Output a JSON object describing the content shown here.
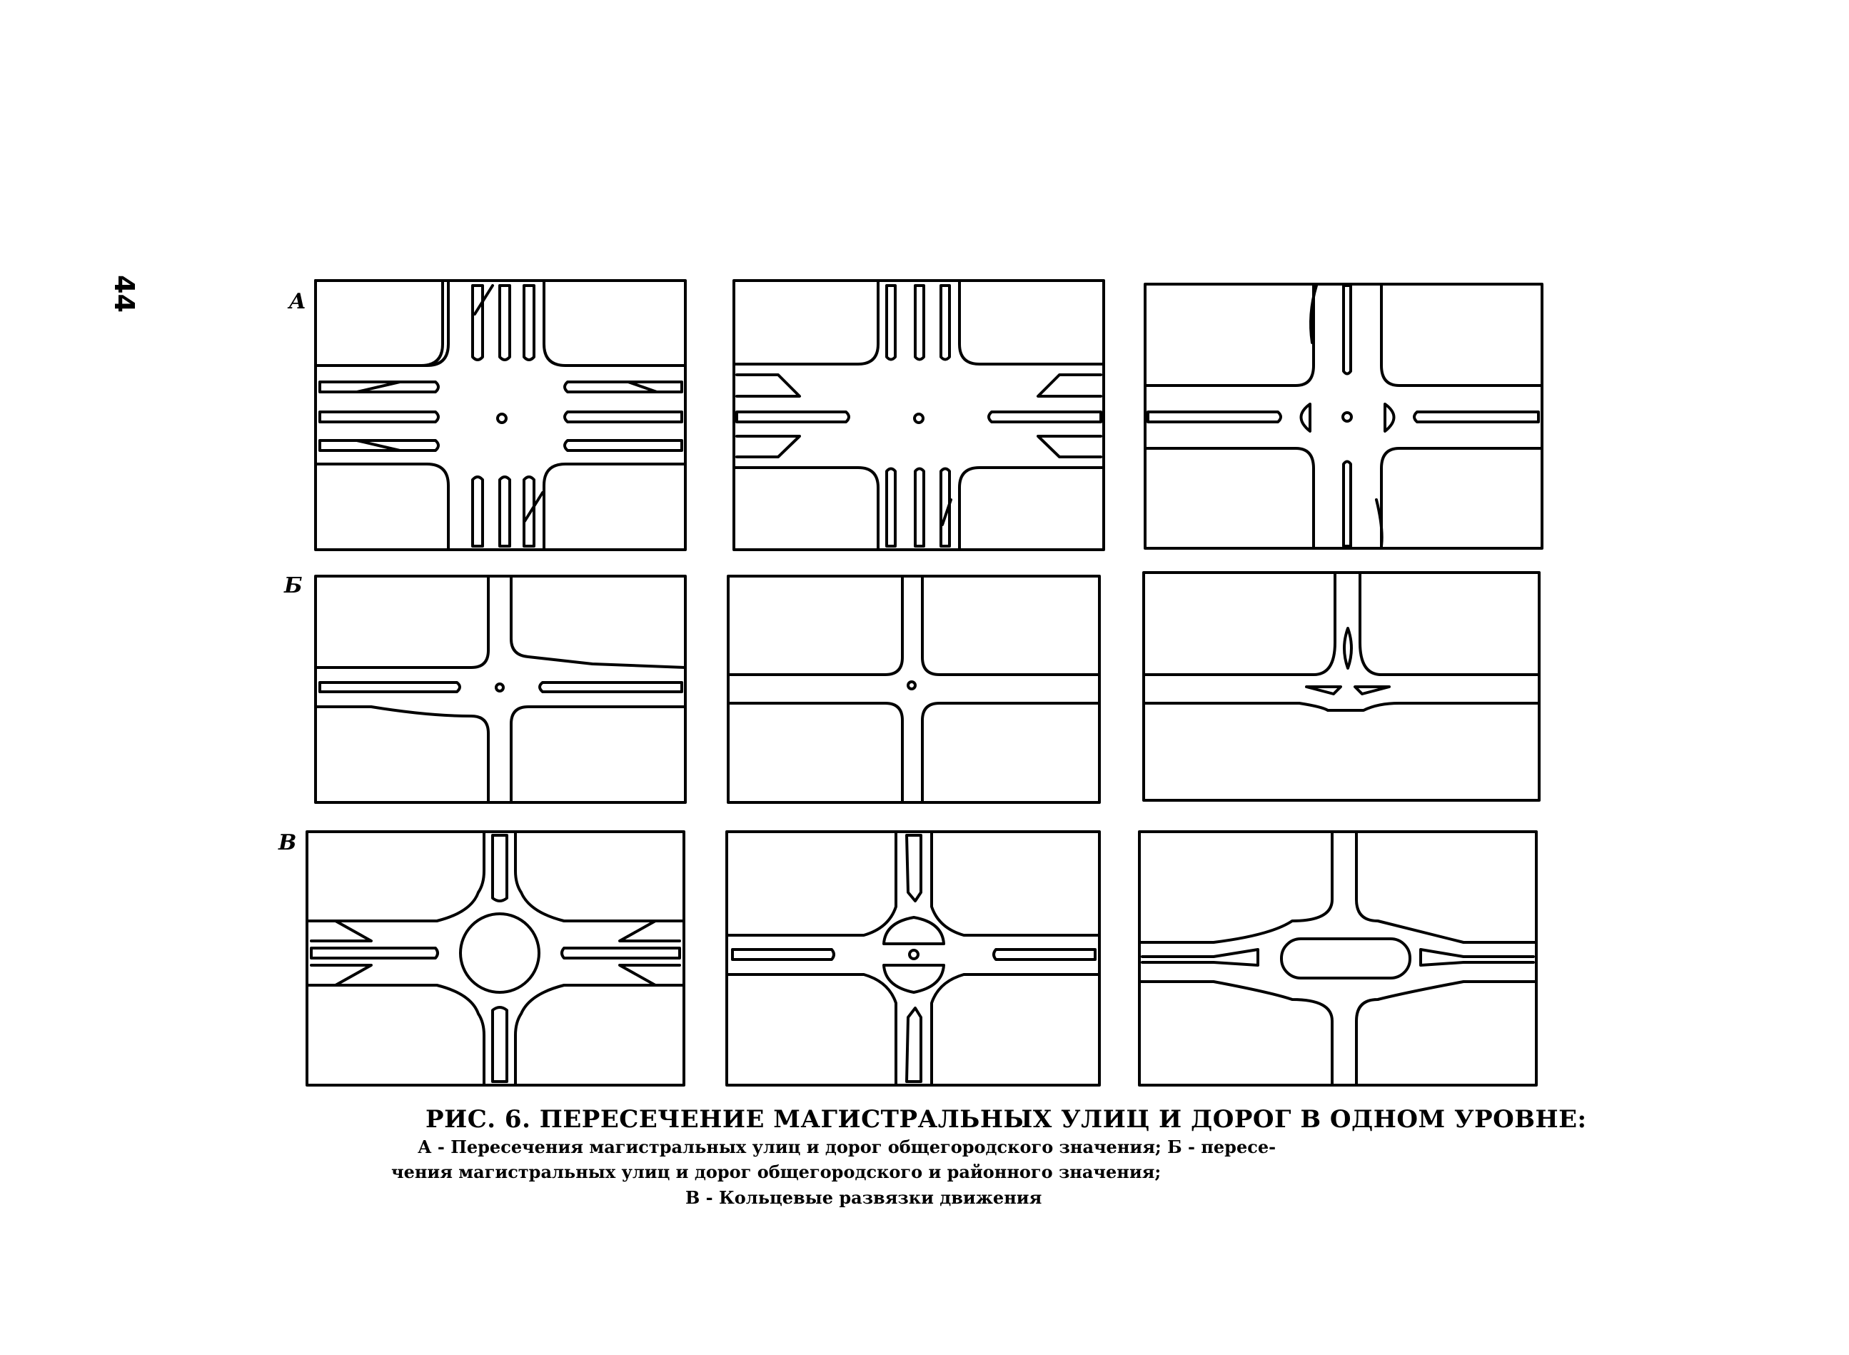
{
  "page_number": "44",
  "row_labels": {
    "a": "A",
    "b": "Б",
    "c": "В"
  },
  "caption": {
    "title": "РИС. 6. ПЕРЕСЕЧЕНИЕ МАГИСТРАЛЬНЫХ УЛИЦ И ДОРОГ В ОДНОМ УРОВНЕ:",
    "line1": "А - Пересечения магистральных улиц и дорог общегородского значения; Б - пересе-",
    "line2": "чения магистральных улиц и дорог общегородского и районного значения;",
    "line3": "В - Кольцевые развязки движения"
  },
  "colors": {
    "ink": "#000000",
    "paper": "#ffffff"
  }
}
